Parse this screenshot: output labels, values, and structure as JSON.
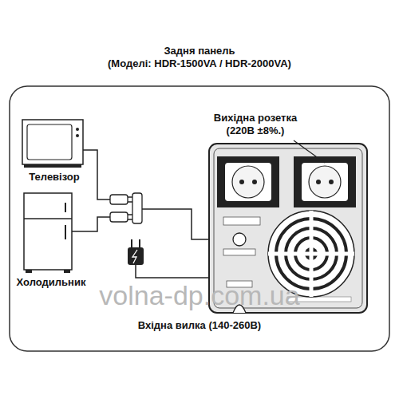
{
  "diagram": {
    "title": "Задня панель",
    "nodes": [
      {
        "text": [
          "Телевізор"
        ]
      },
      {
        "text": [
          "Холодильник"
        ]
      }
    ],
    "labels": [
      "(Моделі: HDR-1500VA / HDR-2000VA)",
      "Вихідна розетка (220В ±8%.)",
      "Вхідна вилка (140-260В)",
      "volna-dp.com.ua"
    ]
  }
}
